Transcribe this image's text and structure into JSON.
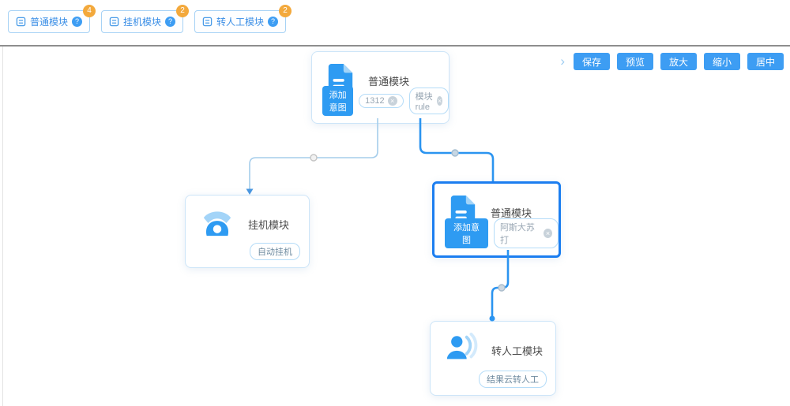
{
  "palette": {
    "items": [
      {
        "label": "普通模块",
        "badge": "4",
        "icon": "doc-outline-icon",
        "help_icon": "?"
      },
      {
        "label": "挂机模块",
        "badge": "2",
        "icon": "doc-outline-icon",
        "help_icon": "?"
      },
      {
        "label": "转人工模块",
        "badge": "2",
        "icon": "doc-outline-icon",
        "help_icon": "?"
      }
    ]
  },
  "toolbar": {
    "collapse_icon": "›",
    "buttons": [
      {
        "label": "保存"
      },
      {
        "label": "预览"
      },
      {
        "label": "放大"
      },
      {
        "label": "缩小"
      },
      {
        "label": "居中"
      }
    ]
  },
  "nodes": [
    {
      "title": "普通模块",
      "type": "normal",
      "icon": "document-icon",
      "selected": false,
      "add_button": "添加意图",
      "tags": [
        {
          "text": "1312",
          "close": "×"
        },
        {
          "text": "模块rule",
          "close": "×"
        }
      ]
    },
    {
      "title": "挂机模块",
      "type": "hangup",
      "icon": "phone-icon",
      "selected": false,
      "corner_tag": "自动挂机"
    },
    {
      "title": "普通模块",
      "type": "normal",
      "icon": "document-icon",
      "selected": true,
      "add_button": "添加意图",
      "tags": [
        {
          "text": "阿斯大苏打",
          "close": "×"
        }
      ]
    },
    {
      "title": "转人工模块",
      "type": "human",
      "icon": "person-waves-icon",
      "selected": false,
      "corner_tag": "结果云转人工"
    }
  ],
  "colors": {
    "accent_blue": "#2e9bf2",
    "selected_border": "#1c7ef0",
    "badge_orange": "#f3a93c",
    "edge_light": "#a5cdeb",
    "edge_bold": "#2b94f0",
    "tag_border": "#b5dcf8"
  }
}
